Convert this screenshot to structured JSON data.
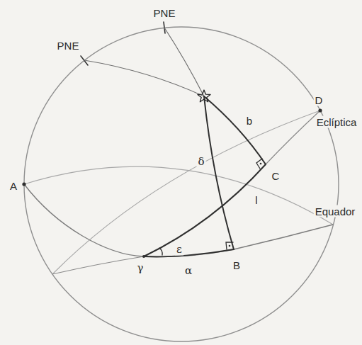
{
  "diagram": {
    "labels": [
      "PNE",
      "PNE",
      "D",
      "Eclíptica",
      "A",
      "Equador",
      "b",
      "δ",
      "C",
      "l",
      "ε",
      "γ",
      "α",
      "B"
    ]
  }
}
